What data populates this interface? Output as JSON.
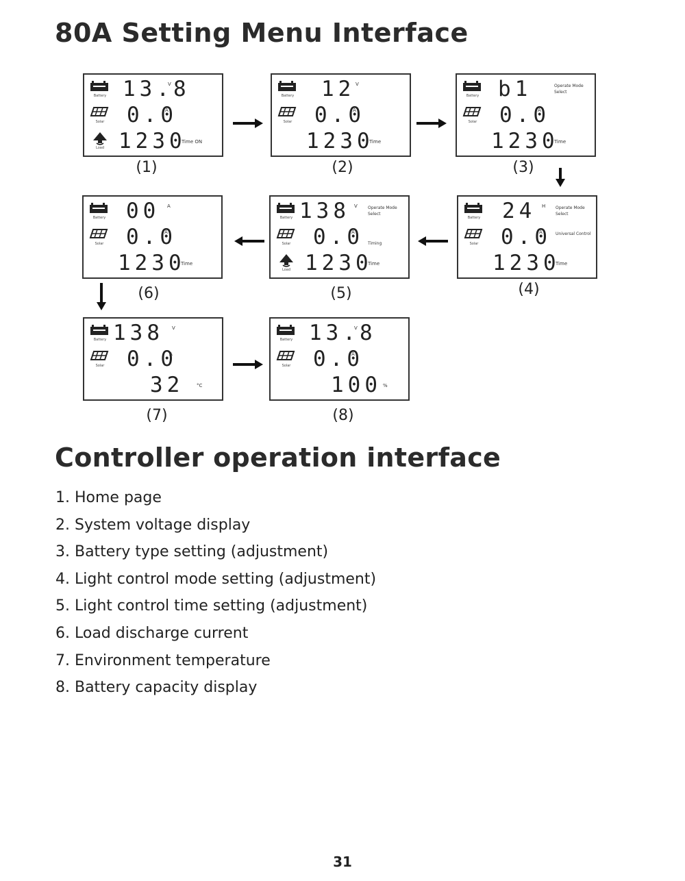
{
  "heading1": "80A Setting Menu Interface",
  "heading2": "Controller operation interface",
  "page_number": "31",
  "screens": [
    {
      "caption": "(1)",
      "r1": "13.8",
      "r1u": "V",
      "r2": "0.0",
      "r2u": "A",
      "r3": "1230",
      "r3u": "Time ON",
      "lab1": "Battery",
      "lab2": "Solar",
      "lab3": "Load",
      "side_top": "",
      "side_mid": ""
    },
    {
      "caption": "(2)",
      "r1": "12",
      "r1u": "V",
      "r2": "0.0",
      "r2u": "A",
      "r3": "1230",
      "r3u": "Time",
      "lab1": "Battery",
      "lab2": "Solar",
      "lab3": "",
      "side_top": "",
      "side_mid": ""
    },
    {
      "caption": "(3)",
      "r1": "b1",
      "r1u": "",
      "r2": "0.0",
      "r2u": "A",
      "r3": "1230",
      "r3u": "Time",
      "lab1": "Battery",
      "lab2": "Solar",
      "lab3": "",
      "side_top": "Operate Mode\nSelect",
      "side_mid": ""
    },
    {
      "caption": "(4)",
      "r1": "24",
      "r1u": "H",
      "r2": "0.0",
      "r2u": "A",
      "r3": "1230",
      "r3u": "Time",
      "lab1": "Battery",
      "lab2": "Solar",
      "lab3": "",
      "side_top": "Operate Mode\nSelect",
      "side_mid": "Universal Control"
    },
    {
      "caption": "(5)",
      "r1": "138",
      "r1u": "V",
      "r2": "0.0",
      "r2u": "A",
      "r3": "1230",
      "r3u": "Time",
      "lab1": "Battery",
      "lab2": "Solar",
      "lab3": "Load",
      "side_top": "Operate Mode\nSelect",
      "side_mid": "Timing"
    },
    {
      "caption": "(6)",
      "r1": "00",
      "r1u": "A",
      "r2": "0.0",
      "r2u": "A",
      "r3": "1230",
      "r3u": "Time",
      "lab1": "Battery",
      "lab2": "Solar",
      "lab3": "",
      "side_top": "",
      "side_mid": ""
    },
    {
      "caption": "(7)",
      "r1": "138",
      "r1u": "V",
      "r2": "0.0",
      "r2u": "A",
      "r3": "32",
      "r3u": "°C",
      "lab1": "Battery",
      "lab2": "Solar",
      "lab3": "",
      "side_top": "",
      "side_mid": ""
    },
    {
      "caption": "(8)",
      "r1": "13.8",
      "r1u": "V",
      "r2": "0.0",
      "r2u": "A",
      "r3": "100",
      "r3u": "%",
      "lab1": "Battery",
      "lab2": "Solar",
      "lab3": "",
      "side_top": "",
      "side_mid": ""
    }
  ],
  "list": [
    "1. Home page",
    " 2. System voltage display",
    "3. Battery type setting (adjustment)",
    " 4. Light control mode setting (adjustment)",
    "5. Light control time setting (adjustment)",
    "6. Load discharge current",
    "7. Environment temperature",
    "8. Battery capacity display"
  ]
}
